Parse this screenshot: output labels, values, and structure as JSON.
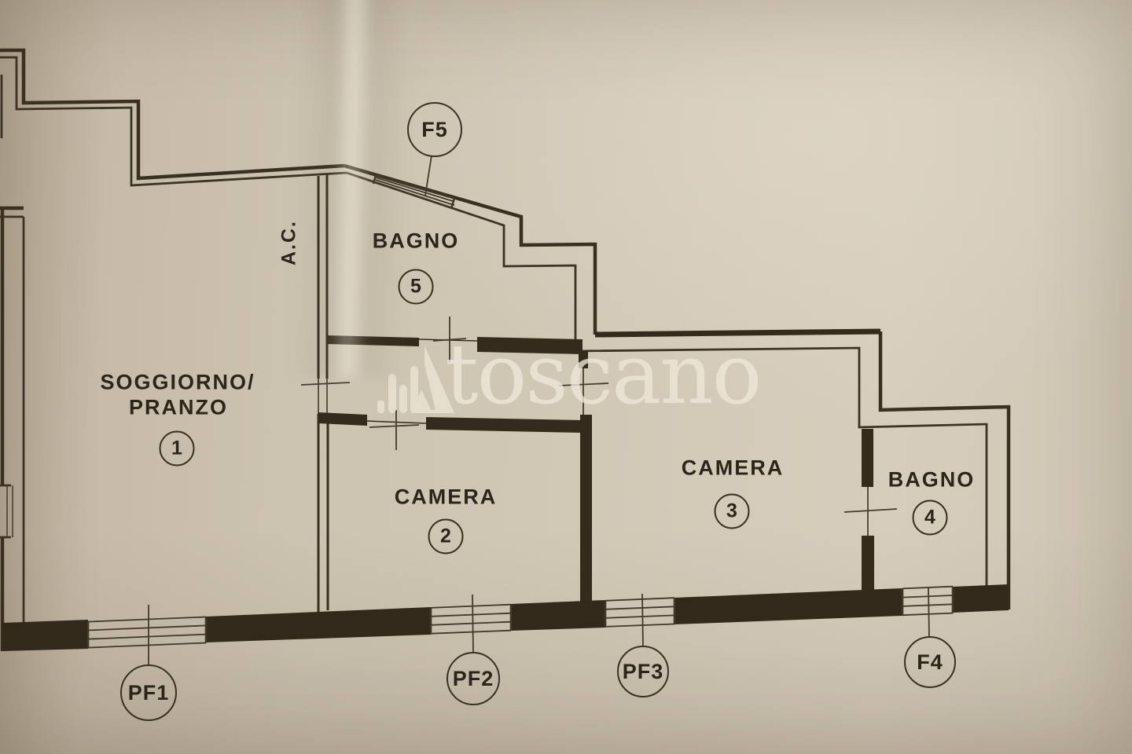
{
  "plan": {
    "watermark_text": "toscano",
    "ac_label": "A.C.",
    "rooms": {
      "soggiorno": {
        "name_line1": "SOGGIORNO/",
        "name_line2": "PRANZO",
        "number": "1"
      },
      "bagno5": {
        "name": "BAGNO",
        "number": "5"
      },
      "camera2": {
        "name": "CAMERA",
        "number": "2"
      },
      "camera3": {
        "name": "CAMERA",
        "number": "3"
      },
      "bagno4": {
        "name": "BAGNO",
        "number": "4"
      }
    },
    "openings": {
      "f5": "F5",
      "pf1": "PF1",
      "pf2": "PF2",
      "pf3": "PF3",
      "f4": "F4"
    },
    "colors": {
      "paper": "#cdc3b1",
      "line": "#392f20",
      "text": "#2c2519",
      "watermark": "#ede5d4"
    }
  }
}
